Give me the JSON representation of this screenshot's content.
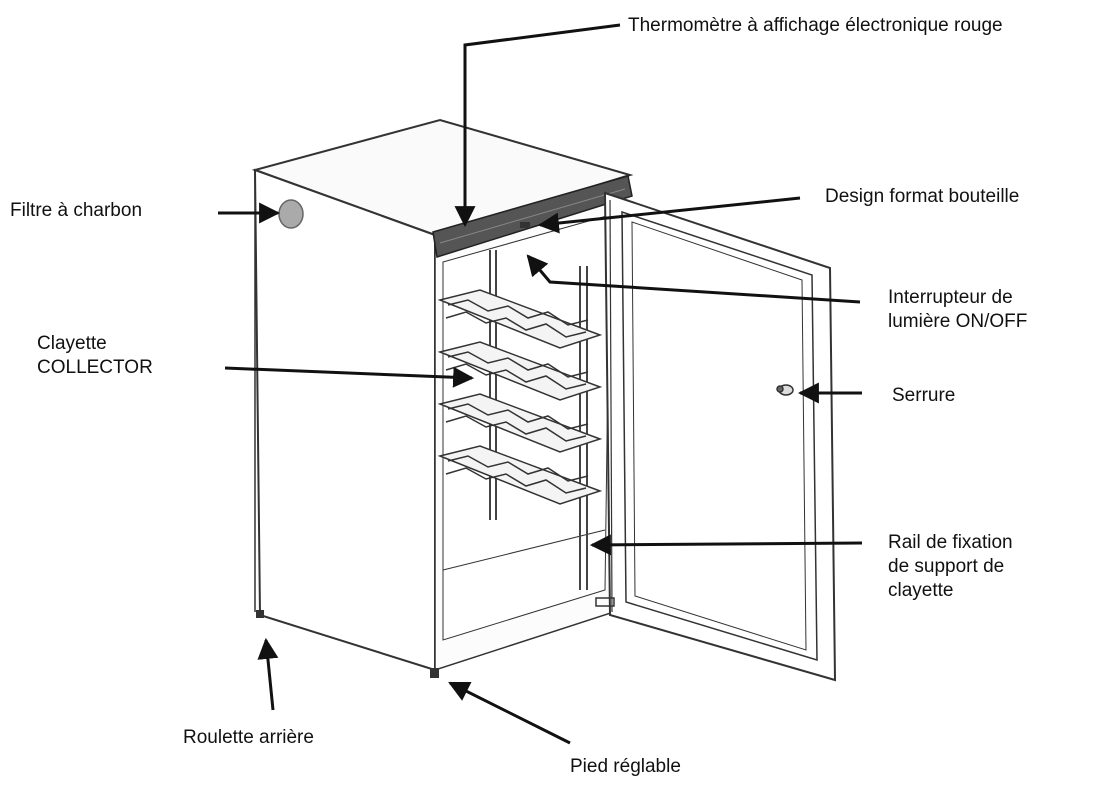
{
  "labels": {
    "thermometre": "Thermomètre à affichage électronique rouge",
    "filtre": "Filtre à charbon",
    "design": "Design format bouteille",
    "interrupteur_1": "Interrupteur de",
    "interrupteur_2": "lumière ON/OFF",
    "clayette_1": "Clayette",
    "clayette_2": "COLLECTOR",
    "serrure": "Serrure",
    "rail_1": "Rail de fixation",
    "rail_2": "de support de",
    "rail_3": "clayette",
    "roulette": "Roulette arrière",
    "pied": "Pied réglable"
  },
  "colors": {
    "ink": "#111111",
    "display_bar": "#555555",
    "background": "#ffffff"
  }
}
